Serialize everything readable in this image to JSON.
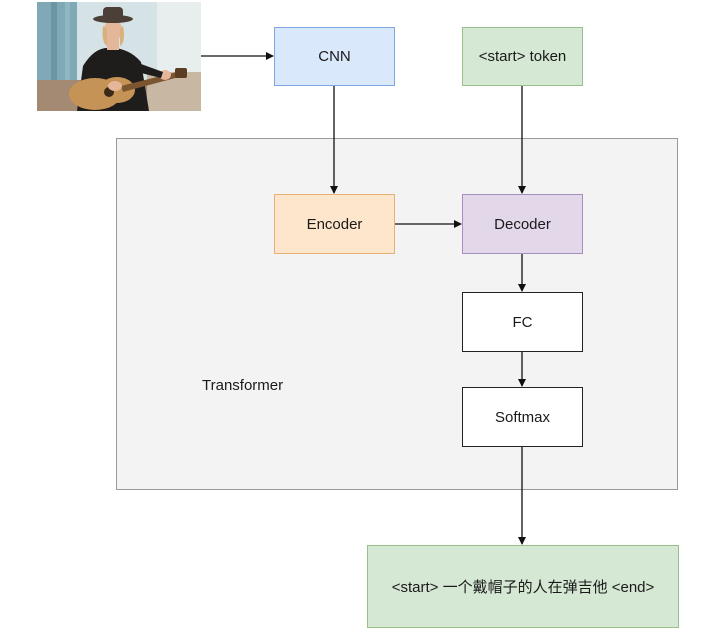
{
  "container_label": "Transformer",
  "nodes": {
    "cnn": "CNN",
    "start_token": "<start> token",
    "encoder": "Encoder",
    "decoder": "Decoder",
    "fc": "FC",
    "softmax": "Softmax",
    "output": "<start> 一个戴帽子的人在弹吉他 <end>"
  },
  "image": {
    "subject": "person-with-hat-playing-guitar",
    "colors": {
      "wall": "#c9dbe0",
      "jacket": "#1f1c1c",
      "guitar": "#c69357",
      "hat": "#4b3f38",
      "skin": "#e4b69a",
      "curtain": "#7fa9b6"
    }
  },
  "colors": {
    "cnn_fill": "#dae8fc",
    "token_fill": "#d5e8d4",
    "encoder_fill": "#fde6cc",
    "decoder_fill": "#e3d7ea",
    "container_fill": "#f3f3f3"
  }
}
